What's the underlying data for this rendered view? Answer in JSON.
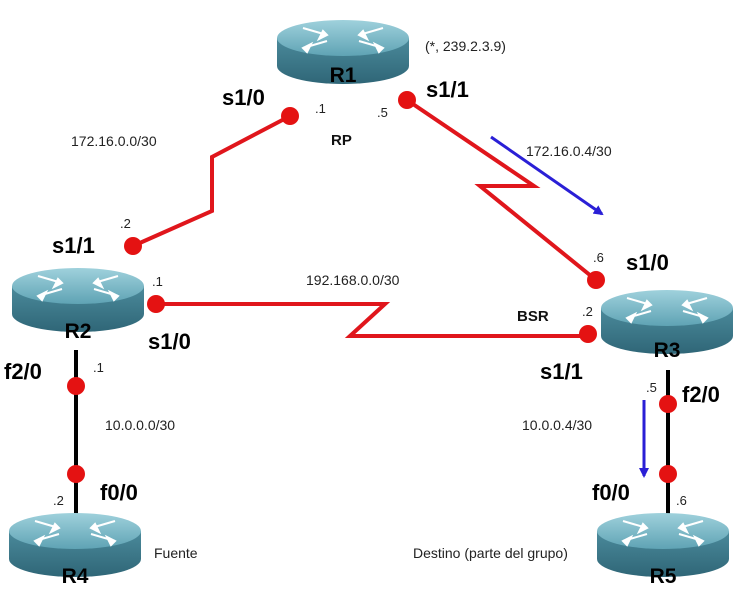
{
  "routers": {
    "r1": {
      "name": "R1"
    },
    "r2": {
      "name": "R2"
    },
    "r3": {
      "name": "R3"
    },
    "r4": {
      "name": "R4"
    },
    "r5": {
      "name": "R5"
    }
  },
  "interfaces": {
    "r1_s10": "s1/0",
    "r1_s11": "s1/1",
    "r2_s11": "s1/1",
    "r2_s10": "s1/0",
    "r2_f20": "f2/0",
    "r3_s10": "s1/0",
    "r3_s11": "s1/1",
    "r3_f20": "f2/0",
    "r4_f00": "f0/0",
    "r5_f00": "f0/0"
  },
  "networks": {
    "r1_r2": "172.16.0.0/30",
    "r1_r3": "172.16.0.4/30",
    "r2_r3": "192.168.0.0/30",
    "r2_r4": "10.0.0.0/30",
    "r3_r5": "10.0.0.4/30"
  },
  "hosts": {
    "r1_s10": ".1",
    "r1_s11": ".5",
    "r2_s11": ".2",
    "r2_s10": ".1",
    "r2_f20": ".1",
    "r3_s10": ".6",
    "r3_s11": ".2",
    "r3_f20": ".5",
    "r4_f00": ".2",
    "r5_f00": ".6"
  },
  "roles": {
    "rp": "RP",
    "bsr": "BSR",
    "group": "(*, 239.2.3.9)",
    "source": "Fuente",
    "destination": "Destino (parte del grupo)"
  },
  "colors": {
    "serial_link": "#e0161c",
    "ethernet_link": "#000000",
    "interface_dot": "#e41212",
    "arrow": "#2a1fd6",
    "router_body": "#3f7d8e"
  }
}
